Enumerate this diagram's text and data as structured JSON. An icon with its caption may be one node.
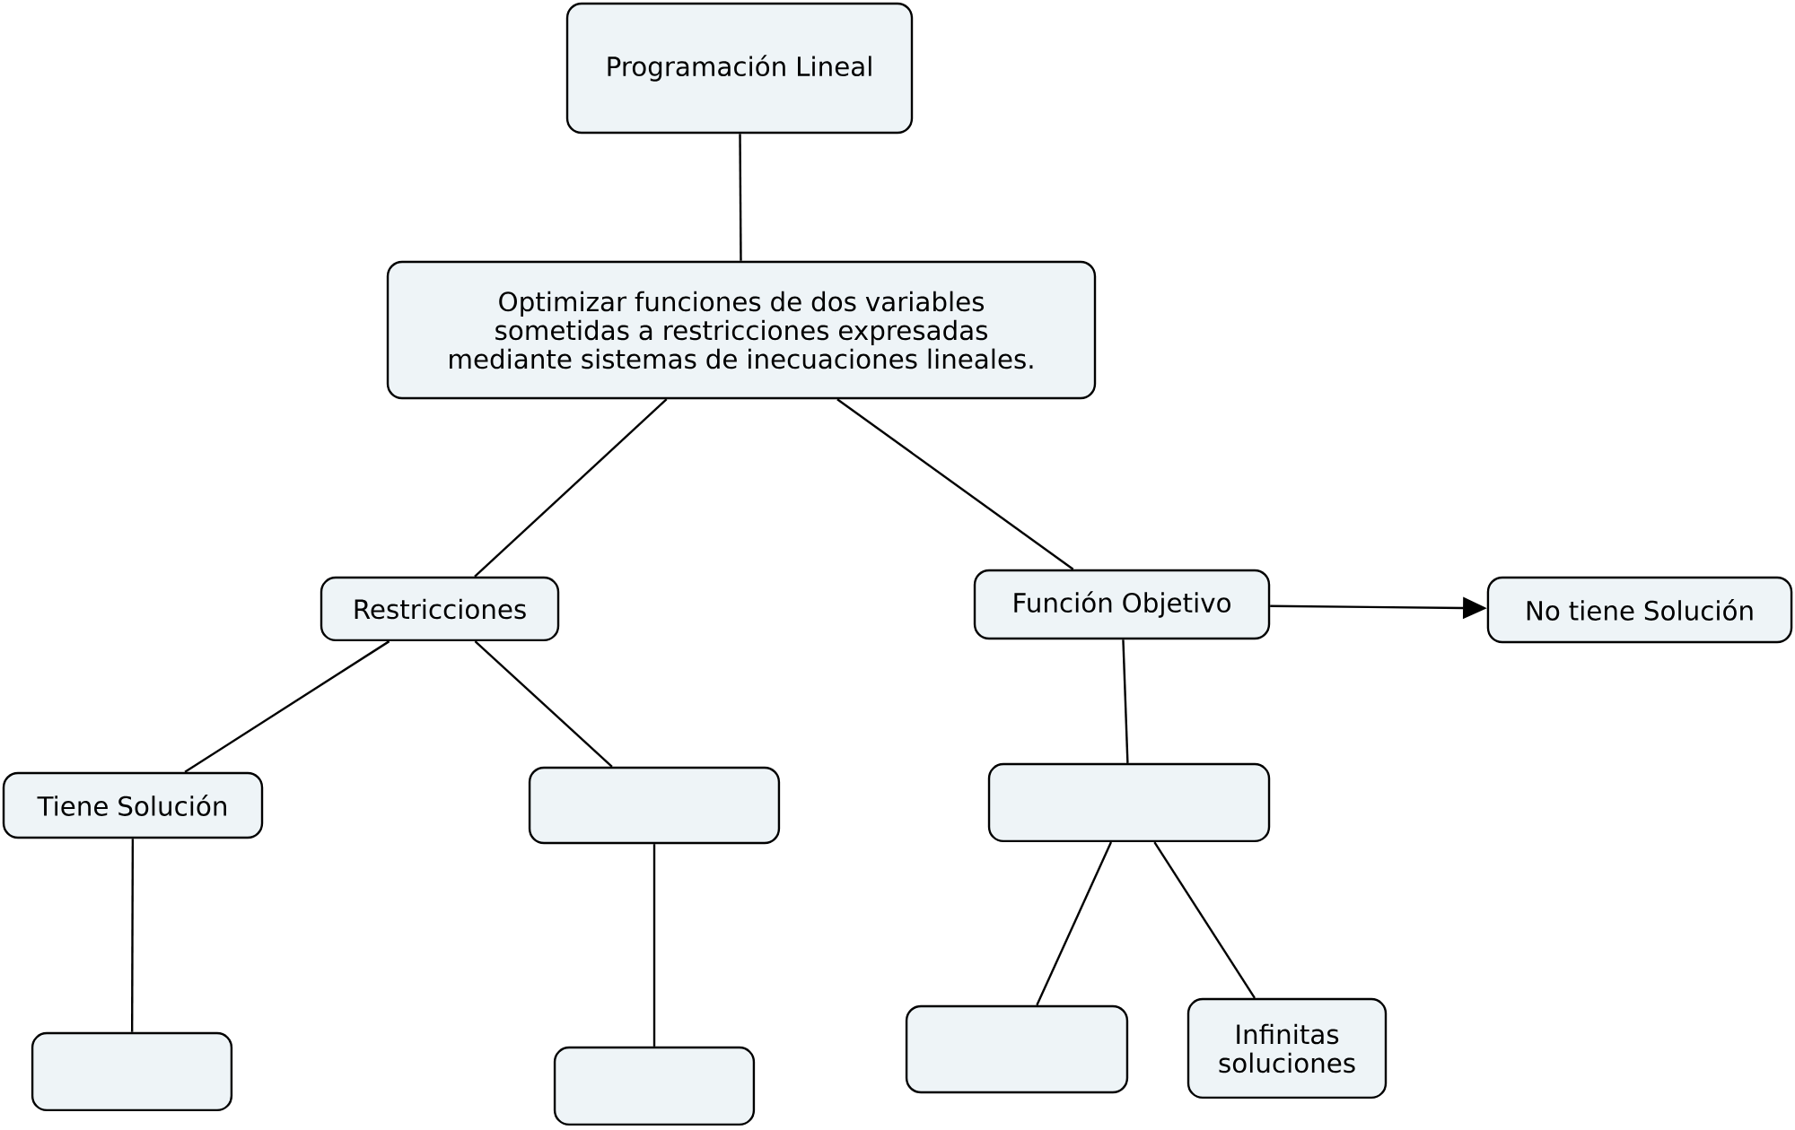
{
  "diagram": {
    "nodes": [
      {
        "text": [
          "Programación Lineal"
        ]
      },
      {
        "text": [
          "Optimizar funciones de dos variables sometidas a restricciones expresadas mediante sistemas de inecuaciones lineales."
        ]
      },
      {
        "text": [
          "Restricciones"
        ]
      },
      {
        "text": [
          "Función Objetivo"
        ]
      },
      {
        "text": [
          "No tiene Solución"
        ]
      },
      {
        "text": [
          "Tiene Solución"
        ]
      },
      {
        "text": [],
        "shape": "box"
      },
      {
        "text": [],
        "shape": "box"
      },
      {
        "text": [],
        "shape": "box"
      },
      {
        "text": [],
        "shape": "box"
      },
      {
        "text": [],
        "shape": "box"
      },
      {
        "text": [
          "Infinitas soluciones"
        ]
      }
    ],
    "edges": [
      {
        "from": 0,
        "to": 1,
        "arrow": "none"
      },
      {
        "from": 1,
        "to": 2,
        "arrow": "none"
      },
      {
        "from": 1,
        "to": 3,
        "arrow": "none"
      },
      {
        "from": 3,
        "to": 4,
        "arrow": "to"
      },
      {
        "from": 2,
        "to": 5,
        "arrow": "none"
      },
      {
        "from": 2,
        "to": 6,
        "arrow": "none"
      },
      {
        "from": 5,
        "to": 7,
        "arrow": "none"
      },
      {
        "from": 6,
        "to": 8,
        "arrow": "none"
      },
      {
        "from": 3,
        "to": 9,
        "arrow": "none"
      },
      {
        "from": 9,
        "to": 10,
        "arrow": "none"
      },
      {
        "from": 9,
        "to": 11,
        "arrow": "none"
      }
    ]
  }
}
